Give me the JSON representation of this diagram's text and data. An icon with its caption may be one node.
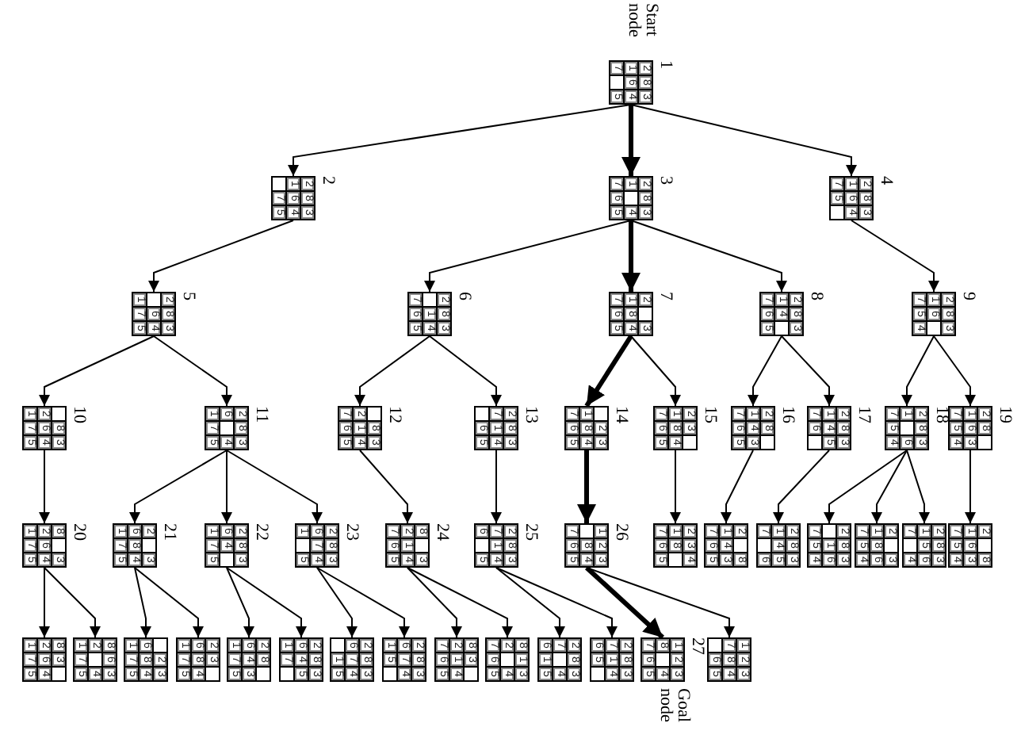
{
  "diagram": {
    "nodes": [
      {
        "text": [
          "2",
          "8",
          "3",
          "1",
          "6",
          "4",
          "7",
          "5"
        ],
        "beside": [
          "1",
          "Start node"
        ]
      },
      {
        "text": [
          "2",
          "8",
          "3",
          "1",
          "6",
          "4",
          "7",
          "5"
        ],
        "beside": [
          "2"
        ]
      },
      {
        "text": [
          "2",
          "8",
          "3",
          "1",
          "4",
          "7",
          "6",
          "5"
        ],
        "beside": [
          "3"
        ]
      },
      {
        "text": [
          "2",
          "8",
          "3",
          "1",
          "6",
          "4",
          "7",
          "5"
        ],
        "beside": [
          "4"
        ]
      },
      {
        "text": [
          "2",
          "8",
          "3",
          "6",
          "4",
          "1",
          "7",
          "5"
        ],
        "beside": [
          "5"
        ]
      },
      {
        "text": [
          "2",
          "8",
          "3",
          "1",
          "4",
          "7",
          "6",
          "5"
        ],
        "beside": [
          "6"
        ]
      },
      {
        "text": [
          "2",
          "3",
          "1",
          "8",
          "4",
          "7",
          "6",
          "5"
        ],
        "beside": [
          "7"
        ]
      },
      {
        "text": [
          "2",
          "8",
          "3",
          "1",
          "4",
          "7",
          "6",
          "5"
        ],
        "beside": [
          "8"
        ]
      },
      {
        "text": [
          "2",
          "8",
          "3",
          "1",
          "6",
          "7",
          "5",
          "4"
        ],
        "beside": [
          "9"
        ]
      },
      {
        "text": [
          "8",
          "3",
          "2",
          "6",
          "4",
          "1",
          "7",
          "5"
        ],
        "beside": [
          "10"
        ]
      },
      {
        "text": [
          "2",
          "8",
          "3",
          "6",
          "4",
          "1",
          "7",
          "5"
        ],
        "beside": [
          "11"
        ]
      },
      {
        "text": [
          "8",
          "3",
          "2",
          "1",
          "4",
          "7",
          "6",
          "5"
        ],
        "beside": [
          "12"
        ]
      },
      {
        "text": [
          "2",
          "8",
          "3",
          "7",
          "1",
          "4",
          "6",
          "5"
        ],
        "beside": [
          "13"
        ]
      },
      {
        "text": [
          "2",
          "3",
          "1",
          "8",
          "4",
          "7",
          "6",
          "5"
        ],
        "beside": [
          "14"
        ]
      },
      {
        "text": [
          "2",
          "3",
          "1",
          "8",
          "4",
          "7",
          "6",
          "5"
        ],
        "beside": [
          "15"
        ]
      },
      {
        "text": [
          "2",
          "8",
          "1",
          "4",
          "3",
          "7",
          "6",
          "5"
        ],
        "beside": [
          "16"
        ]
      },
      {
        "text": [
          "2",
          "8",
          "3",
          "1",
          "4",
          "5",
          "7",
          "6"
        ],
        "beside": [
          "17"
        ]
      },
      {
        "text": [
          "2",
          "8",
          "3",
          "1",
          "6",
          "7",
          "5",
          "4"
        ],
        "beside": [
          "18"
        ]
      },
      {
        "text": [
          "2",
          "8",
          "1",
          "6",
          "3",
          "7",
          "5",
          "4"
        ],
        "beside": [
          "19"
        ]
      },
      {
        "text": [
          "8",
          "3",
          "2",
          "6",
          "4",
          "1",
          "7",
          "5"
        ],
        "beside": [
          "20"
        ]
      },
      {
        "text": [
          "2",
          "3",
          "6",
          "8",
          "4",
          "1",
          "7",
          "5"
        ],
        "beside": [
          "21"
        ]
      },
      {
        "text": [
          "2",
          "8",
          "3",
          "6",
          "4",
          "1",
          "7",
          "5"
        ],
        "beside": [
          "22"
        ]
      },
      {
        "text": [
          "2",
          "8",
          "3",
          "6",
          "7",
          "4",
          "1",
          "5"
        ],
        "beside": [
          "23"
        ]
      },
      {
        "text": [
          "8",
          "3",
          "2",
          "1",
          "4",
          "7",
          "6",
          "5"
        ],
        "beside": [
          "24"
        ]
      },
      {
        "text": [
          "2",
          "8",
          "3",
          "7",
          "1",
          "4",
          "6",
          "5"
        ],
        "beside": [
          "25"
        ]
      },
      {
        "text": [
          "1",
          "2",
          "3",
          "8",
          "4",
          "7",
          "6",
          "5"
        ],
        "beside": [
          "26"
        ]
      },
      {
        "text": [
          "2",
          "3",
          "4",
          "1",
          "8",
          "7",
          "6",
          "5"
        ]
      },
      {
        "text": [
          "2",
          "8",
          "1",
          "4",
          "3",
          "7",
          "6",
          "5"
        ]
      },
      {
        "text": [
          "2",
          "8",
          "3",
          "1",
          "4",
          "5",
          "7",
          "6"
        ]
      },
      {
        "text": [
          "2",
          "8",
          "3",
          "1",
          "6",
          "7",
          "5",
          "4"
        ]
      },
      {
        "text": [
          "2",
          "3",
          "1",
          "8",
          "6",
          "7",
          "5",
          "4"
        ]
      },
      {
        "text": [
          "2",
          "8",
          "3",
          "1",
          "5",
          "6",
          "7",
          "4"
        ]
      },
      {
        "text": [
          "2",
          "8",
          "1",
          "6",
          "3",
          "7",
          "5",
          "4"
        ]
      },
      {
        "text": [
          "8",
          "3",
          "2",
          "6",
          "4",
          "1",
          "7",
          "5"
        ]
      },
      {
        "text": [
          "8",
          "6",
          "3",
          "2",
          "4",
          "1",
          "7",
          "5"
        ]
      },
      {
        "text": [
          "2",
          "3",
          "6",
          "8",
          "4",
          "1",
          "7",
          "5"
        ]
      },
      {
        "text": [
          "2",
          "3",
          "6",
          "8",
          "4",
          "1",
          "7",
          "5"
        ]
      },
      {
        "text": [
          "2",
          "8",
          "6",
          "4",
          "3",
          "1",
          "7",
          "5"
        ]
      },
      {
        "text": [
          "2",
          "8",
          "3",
          "6",
          "4",
          "5",
          "1",
          "7"
        ]
      },
      {
        "text": [
          "2",
          "8",
          "3",
          "6",
          "7",
          "4",
          "1",
          "5"
        ]
      },
      {
        "text": [
          "2",
          "8",
          "3",
          "6",
          "7",
          "4",
          "1",
          "5"
        ]
      },
      {
        "text": [
          "8",
          "3",
          "2",
          "1",
          "4",
          "7",
          "6",
          "5"
        ]
      },
      {
        "text": [
          "8",
          "1",
          "3",
          "2",
          "4",
          "7",
          "6",
          "5"
        ]
      },
      {
        "text": [
          "2",
          "8",
          "3",
          "7",
          "4",
          "6",
          "1",
          "5"
        ]
      },
      {
        "text": [
          "2",
          "8",
          "3",
          "7",
          "1",
          "4",
          "6",
          "5"
        ]
      },
      {
        "text": [
          "1",
          "2",
          "3",
          "8",
          "4",
          "7",
          "6",
          "5"
        ],
        "beside": [
          "27",
          "Goal node"
        ]
      },
      {
        "text": [
          "1",
          "2",
          "3",
          "7",
          "8",
          "4",
          "6",
          "5"
        ]
      }
    ],
    "edges": [
      {
        "from": 0,
        "to": 1,
        "arrow": "to"
      },
      {
        "from": 0,
        "to": 2,
        "arrow": "to",
        "style": "thick"
      },
      {
        "from": 0,
        "to": 3,
        "arrow": "to"
      },
      {
        "from": 1,
        "to": 4,
        "arrow": "to"
      },
      {
        "from": 2,
        "to": 5,
        "arrow": "to"
      },
      {
        "from": 2,
        "to": 6,
        "arrow": "to",
        "style": "thick"
      },
      {
        "from": 2,
        "to": 7,
        "arrow": "to"
      },
      {
        "from": 3,
        "to": 8,
        "arrow": "to"
      },
      {
        "from": 4,
        "to": 9,
        "arrow": "to"
      },
      {
        "from": 4,
        "to": 10,
        "arrow": "to"
      },
      {
        "from": 5,
        "to": 11,
        "arrow": "to"
      },
      {
        "from": 5,
        "to": 12,
        "arrow": "to"
      },
      {
        "from": 6,
        "to": 13,
        "arrow": "to",
        "style": "thick"
      },
      {
        "from": 6,
        "to": 14,
        "arrow": "to"
      },
      {
        "from": 7,
        "to": 15,
        "arrow": "to"
      },
      {
        "from": 7,
        "to": 16,
        "arrow": "to"
      },
      {
        "from": 8,
        "to": 17,
        "arrow": "to"
      },
      {
        "from": 8,
        "to": 18,
        "arrow": "to"
      },
      {
        "from": 9,
        "to": 19,
        "arrow": "to"
      },
      {
        "from": 10,
        "to": 20,
        "arrow": "to"
      },
      {
        "from": 10,
        "to": 21,
        "arrow": "to"
      },
      {
        "from": 10,
        "to": 22,
        "arrow": "to"
      },
      {
        "from": 11,
        "to": 23,
        "arrow": "to"
      },
      {
        "from": 12,
        "to": 24,
        "arrow": "to"
      },
      {
        "from": 13,
        "to": 25,
        "arrow": "to",
        "style": "thick"
      },
      {
        "from": 14,
        "to": 26,
        "arrow": "to"
      },
      {
        "from": 15,
        "to": 27,
        "arrow": "to"
      },
      {
        "from": 16,
        "to": 28,
        "arrow": "to"
      },
      {
        "from": 17,
        "to": 29,
        "arrow": "to"
      },
      {
        "from": 17,
        "to": 30,
        "arrow": "to"
      },
      {
        "from": 17,
        "to": 31,
        "arrow": "to"
      },
      {
        "from": 18,
        "to": 32,
        "arrow": "to"
      },
      {
        "from": 19,
        "to": 33,
        "arrow": "to"
      },
      {
        "from": 19,
        "to": 34,
        "arrow": "to"
      },
      {
        "from": 20,
        "to": 35,
        "arrow": "to"
      },
      {
        "from": 20,
        "to": 36,
        "arrow": "to"
      },
      {
        "from": 21,
        "to": 37,
        "arrow": "to"
      },
      {
        "from": 21,
        "to": 38,
        "arrow": "to"
      },
      {
        "from": 22,
        "to": 39,
        "arrow": "to"
      },
      {
        "from": 22,
        "to": 40,
        "arrow": "to"
      },
      {
        "from": 23,
        "to": 41,
        "arrow": "to"
      },
      {
        "from": 23,
        "to": 42,
        "arrow": "to"
      },
      {
        "from": 24,
        "to": 43,
        "arrow": "to"
      },
      {
        "from": 24,
        "to": 44,
        "arrow": "to"
      },
      {
        "from": 25,
        "to": 45,
        "arrow": "to",
        "style": "thick"
      },
      {
        "from": 25,
        "to": 46,
        "arrow": "to"
      }
    ]
  }
}
